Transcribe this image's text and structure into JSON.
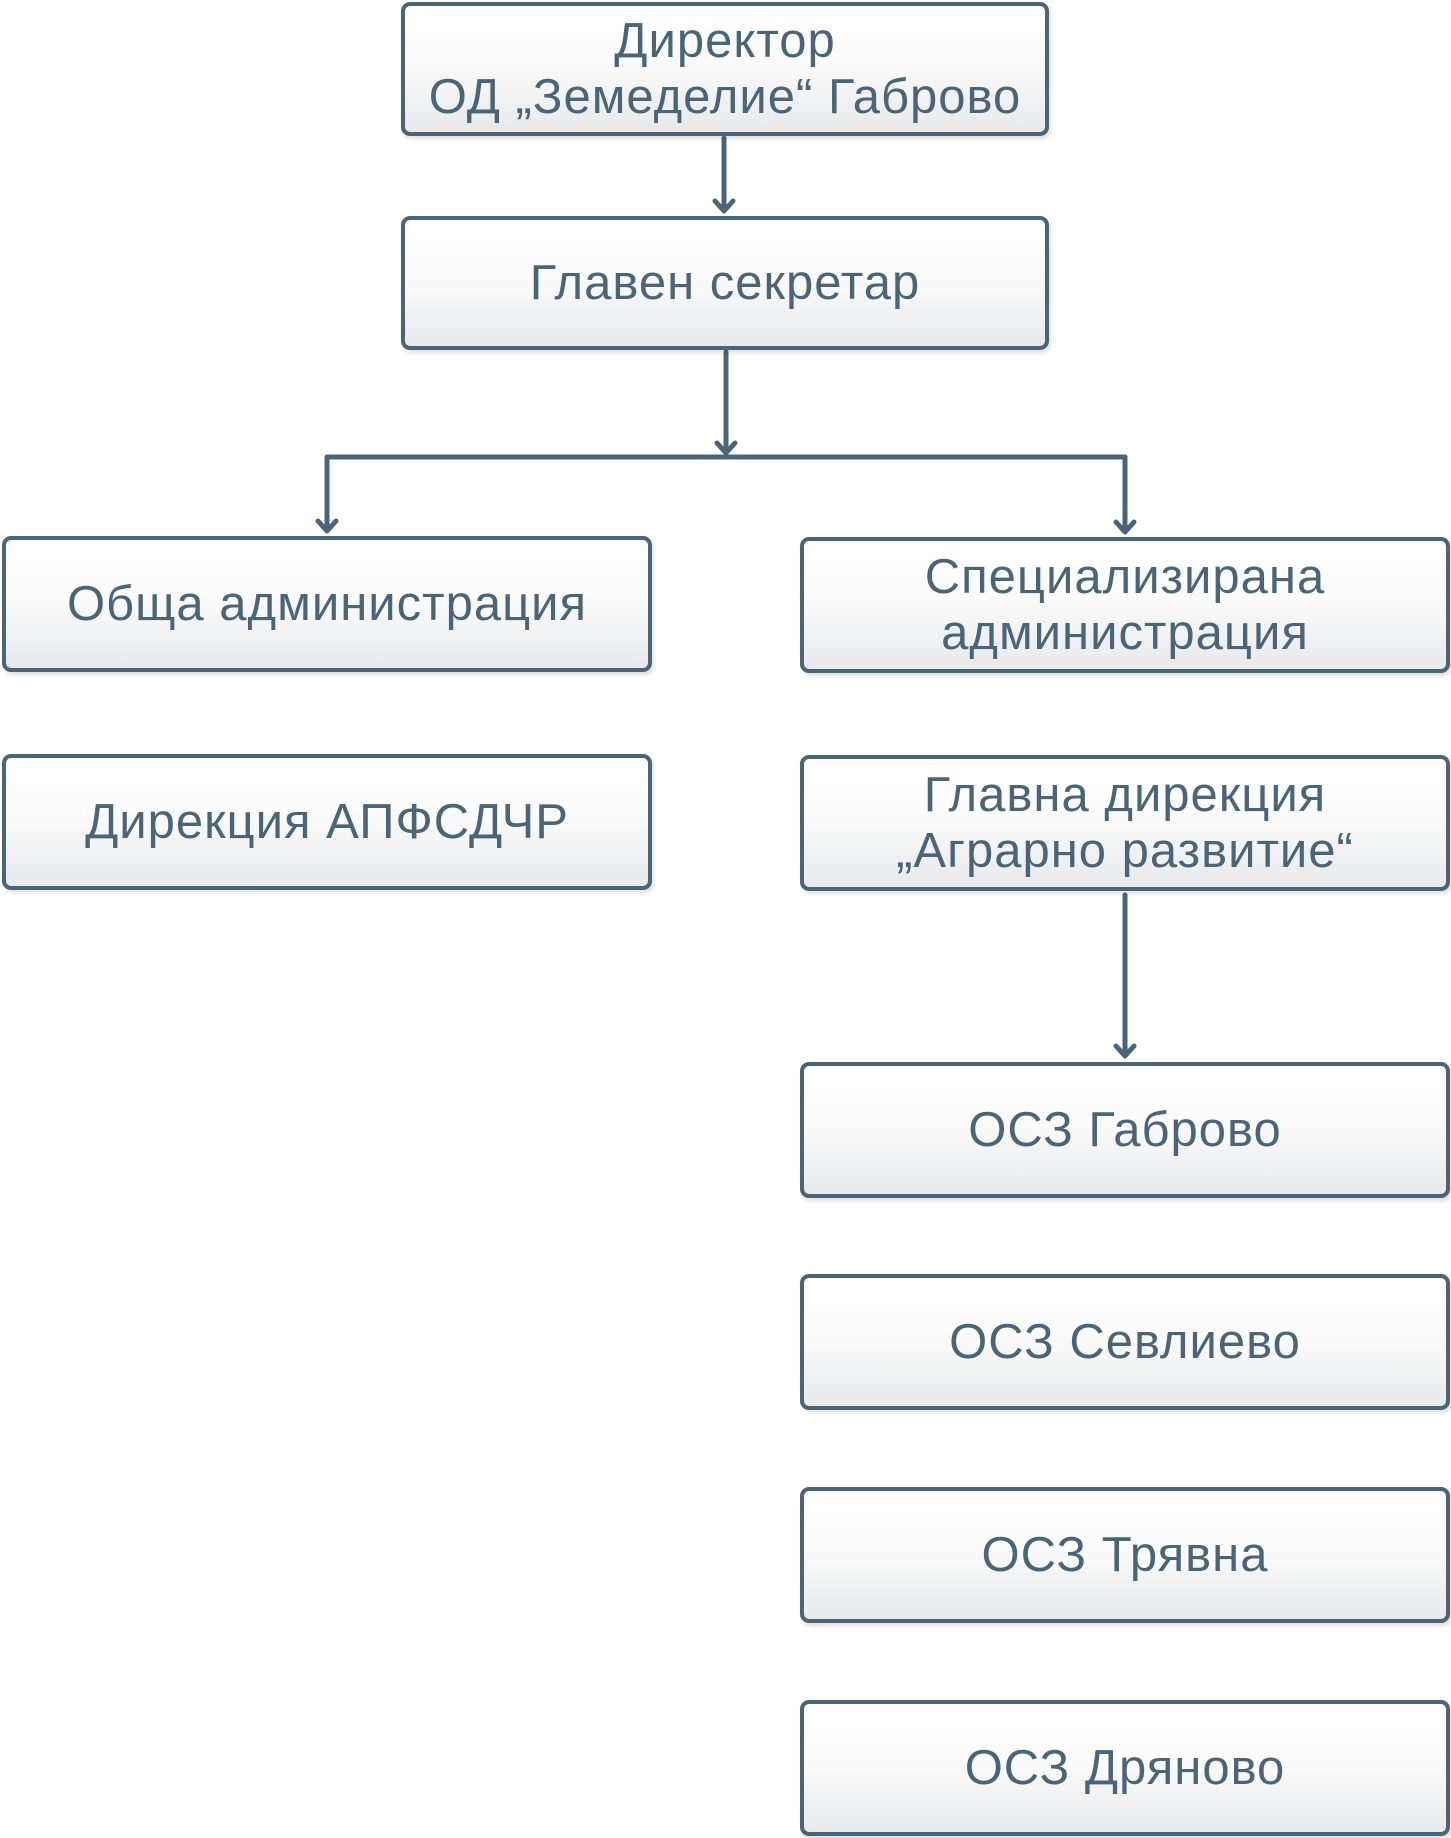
{
  "org_chart": {
    "director": {
      "line1": "Директор",
      "line2": "ОД „Земеделие“ Габрово"
    },
    "chief_secretary": "Главен секретар",
    "general_administration": "Обща администрация",
    "specialized_administration": {
      "line1": "Специализирана",
      "line2": "администрация"
    },
    "directorate_apfsdchr": "Дирекция АПФСДЧР",
    "agrarian_development": {
      "line1": "Главна дирекция",
      "line2": "„Аграрно развитие“"
    },
    "municipal_offices": [
      "ОСЗ Габрово",
      "ОСЗ Севлиево",
      "ОСЗ Трявна",
      "ОСЗ Дряново"
    ]
  },
  "colors": {
    "border": "#4a6577",
    "text": "#4a6577",
    "connector": "#4a6577",
    "box_fill_top": "#ffffff",
    "box_fill_bottom": "#e8e9eb"
  }
}
